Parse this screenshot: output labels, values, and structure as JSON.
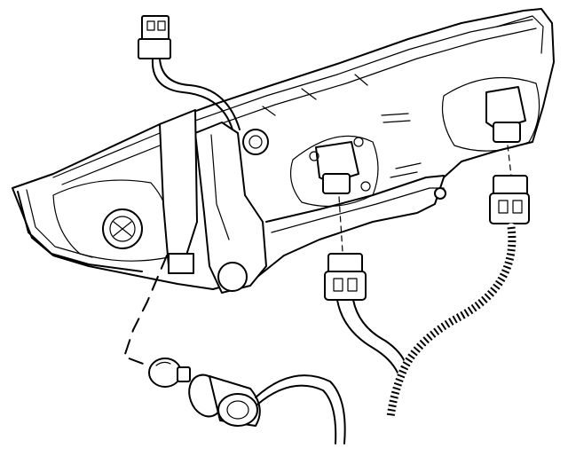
{
  "diagram": {
    "labels": [],
    "colors": {
      "ink": "#000000",
      "paper": "#ffffff"
    },
    "parts": [
      "headlamp-housing",
      "pigtail-connector-top",
      "bulb-socket-left",
      "bulb-socket-right",
      "harness-connector-left",
      "harness-connector-right",
      "corrugated-wiring-conduit",
      "side-marker-bulb",
      "side-marker-socket",
      "installation-dash-line"
    ]
  }
}
